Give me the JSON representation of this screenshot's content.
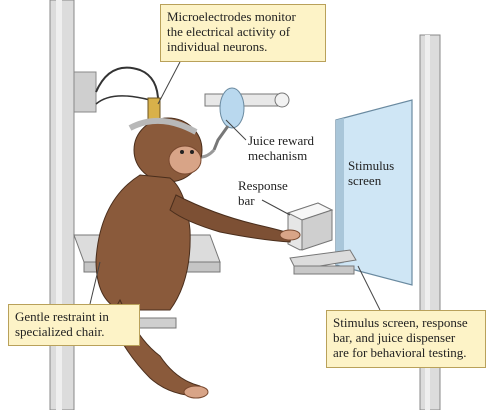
{
  "callouts": {
    "microelectrodes": [
      "Microelectrodes monitor",
      "the electrical activity of",
      "individual neurons."
    ],
    "restraint": [
      "Gentle restraint in",
      "specialized chair."
    ],
    "testing": [
      "Stimulus screen, response",
      "bar, and juice dispenser",
      "are for behavioral testing."
    ]
  },
  "labels": {
    "juice": [
      "Juice reward",
      "mechanism"
    ],
    "response": [
      "Response",
      "bar"
    ],
    "stimulus": [
      "Stimulus",
      "screen"
    ]
  },
  "colors": {
    "callout_fill": "#fdf3c7",
    "monkey_fur": "#8a5a3b",
    "monkey_dark": "#5e3a24",
    "monkey_face": "#d8a487",
    "frame_gray": "#d9d9d9",
    "screen_blue": "#cfe6f5"
  }
}
